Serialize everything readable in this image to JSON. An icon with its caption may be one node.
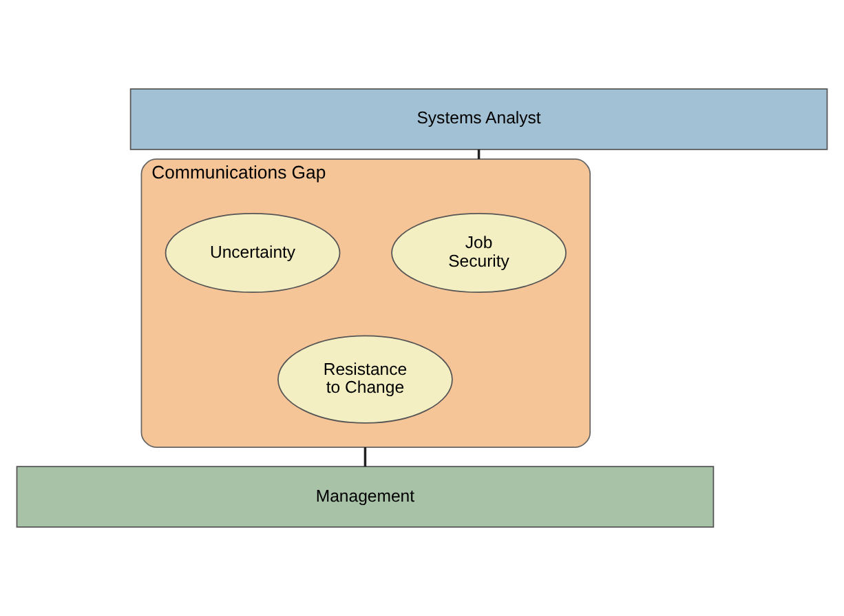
{
  "diagram": {
    "nodes": [
      {
        "text": [
          "Systems Analyst"
        ]
      },
      {
        "text": [
          "Communications Gap"
        ]
      },
      {
        "text": [
          "Job Security"
        ],
        "in": 1
      },
      {
        "text": [
          "Uncertainty"
        ],
        "in": 1
      },
      {
        "text": [
          "Resistance to Change"
        ],
        "in": 1
      },
      {
        "text": [
          "Management"
        ]
      }
    ],
    "edges": [
      {
        "from": 0,
        "to": 1,
        "arrow": "none"
      },
      {
        "from": 1,
        "to": 5,
        "arrow": "none"
      }
    ]
  }
}
